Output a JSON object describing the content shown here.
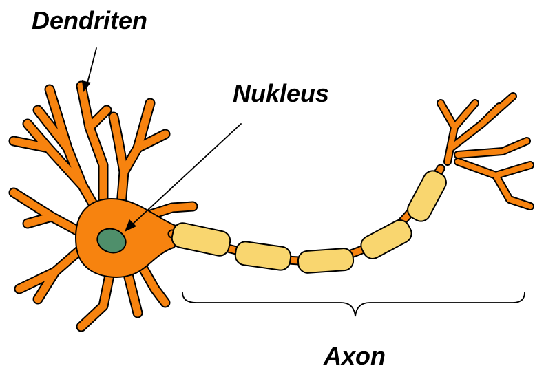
{
  "labels": {
    "dendrites": "Dendriten",
    "nucleus": "Nukleus",
    "axon": "Axon"
  },
  "colors": {
    "cell_body": "#F7830F",
    "myelin": "#F9D66F",
    "nucleus": "#4F8F6B",
    "outline": "#000000",
    "background": "#FFFFFF"
  }
}
